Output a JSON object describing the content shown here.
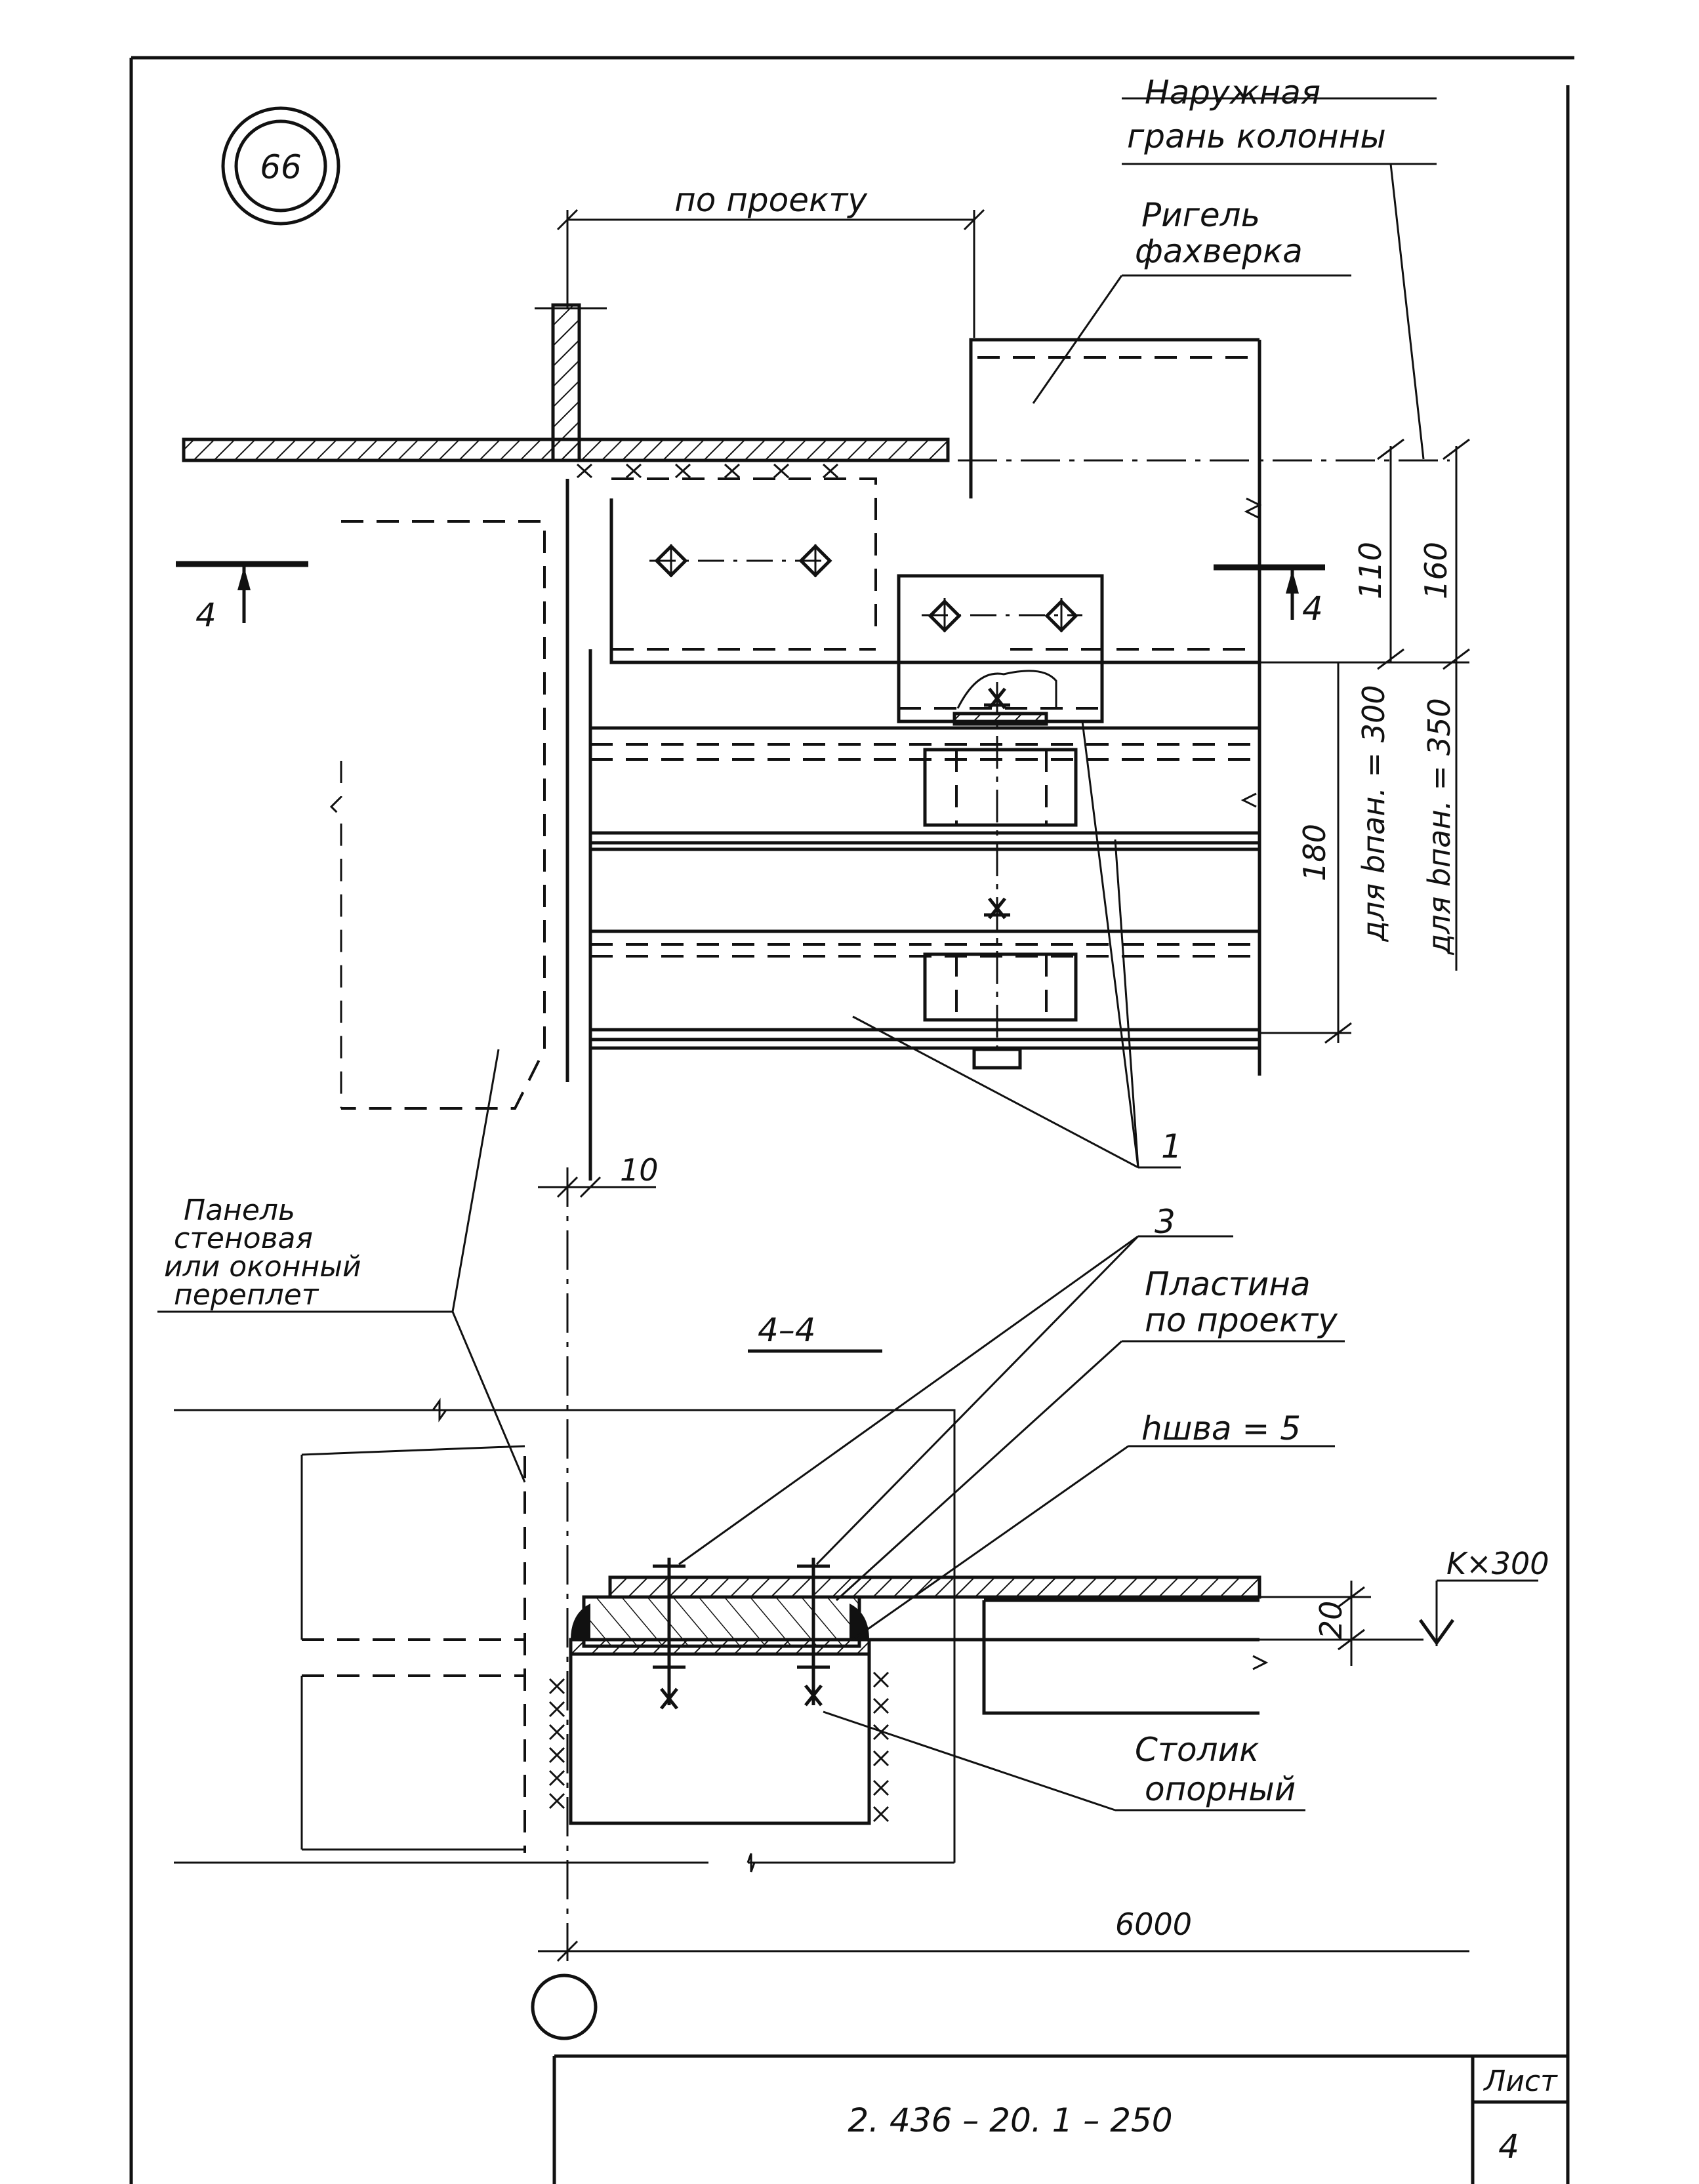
{
  "node_label": "66",
  "section_mark": "4",
  "section_mark_right": "4",
  "section_title": "4–4",
  "labels": {
    "outer_face": [
      "Наружная",
      "грань колонны"
    ],
    "girder": [
      "Ригель",
      "фахверка"
    ],
    "panel": [
      "Панель",
      "стеновая",
      "или оконный",
      "переплет"
    ],
    "plate": [
      "Пластина",
      "по проекту"
    ],
    "weld": "hшва = 5",
    "seat": [
      "Столик",
      "опорный"
    ],
    "callout_1": "1",
    "callout_3": "3"
  },
  "dimensions": {
    "by_project": "по проекту",
    "d110": "110",
    "d160": "160",
    "d180": "180",
    "for_300": "для bпан. = 300",
    "for_350": "для bпан. = 350",
    "d10": "10",
    "d20": "20",
    "d6000": "6000",
    "k300": "K×300"
  },
  "title_block": {
    "code": "2. 436 – 20. 1 – 250",
    "sheet_label": "Лист",
    "sheet_number": "4"
  },
  "colors": {
    "ink": "#111111",
    "paper": "#ffffff"
  }
}
